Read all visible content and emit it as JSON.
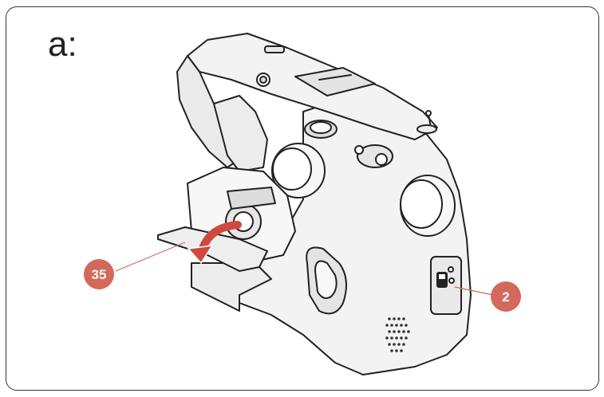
{
  "panel_label": "a:",
  "callouts": [
    {
      "id": "flatbed-cover",
      "number": "35"
    },
    {
      "id": "power-switch",
      "number": "2"
    }
  ],
  "colors": {
    "callout": "#d2695a",
    "outline": "#222222",
    "body": "#f2f2f2",
    "arrow": "#cf4a3c"
  }
}
